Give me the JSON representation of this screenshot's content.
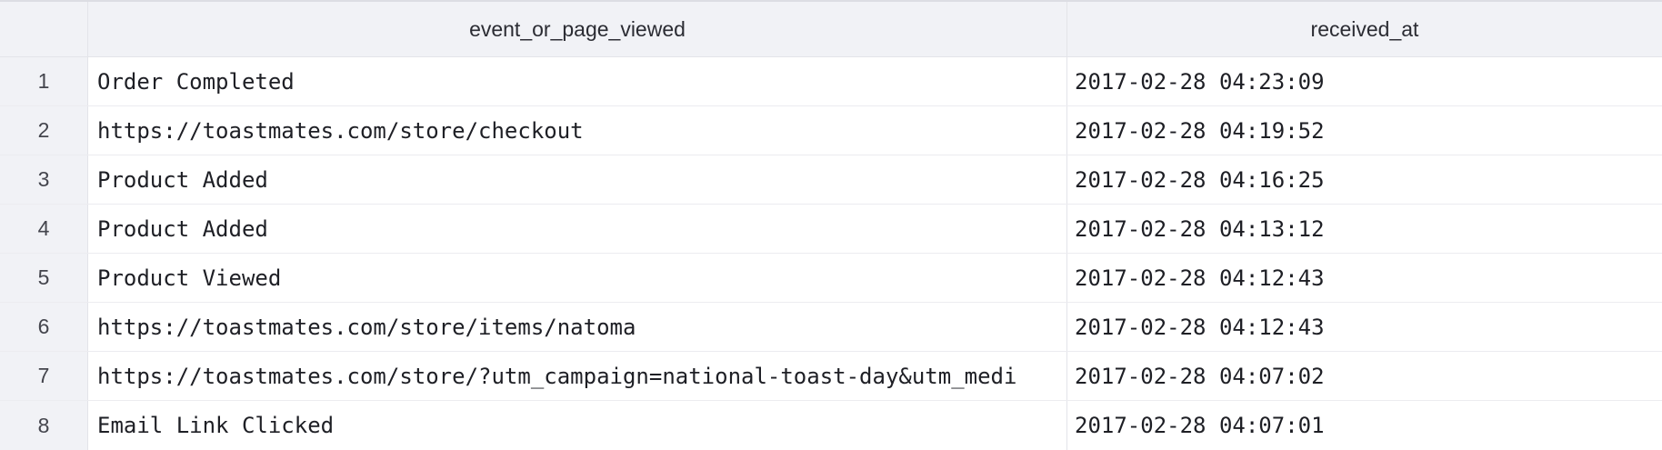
{
  "columns": {
    "event": "event_or_page_viewed",
    "received": "received_at"
  },
  "rows": [
    {
      "num": "1",
      "event": "Order Completed",
      "received_at": "2017-02-28 04:23:09"
    },
    {
      "num": "2",
      "event": "https://toastmates.com/store/checkout",
      "received_at": "2017-02-28 04:19:52"
    },
    {
      "num": "3",
      "event": "Product Added",
      "received_at": "2017-02-28 04:16:25"
    },
    {
      "num": "4",
      "event": "Product Added",
      "received_at": "2017-02-28 04:13:12"
    },
    {
      "num": "5",
      "event": "Product Viewed",
      "received_at": "2017-02-28 04:12:43"
    },
    {
      "num": "6",
      "event": "https://toastmates.com/store/items/natoma",
      "received_at": "2017-02-28 04:12:43"
    },
    {
      "num": "7",
      "event": "https://toastmates.com/store/?utm_campaign=national-toast-day&utm_medi",
      "received_at": "2017-02-28 04:07:02"
    },
    {
      "num": "8",
      "event": "Email Link Clicked",
      "received_at": "2017-02-28 04:07:01"
    }
  ]
}
